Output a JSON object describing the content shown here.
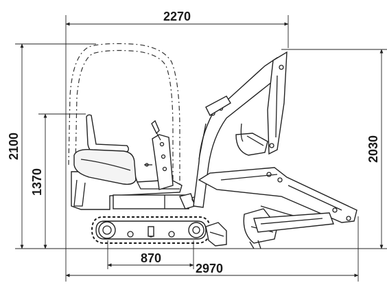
{
  "dimensions": {
    "top_width": "2270",
    "overall_length": "2970",
    "track_center": "870",
    "overall_height": "2100",
    "seat_height": "1370",
    "max_arm_height": "2030"
  }
}
